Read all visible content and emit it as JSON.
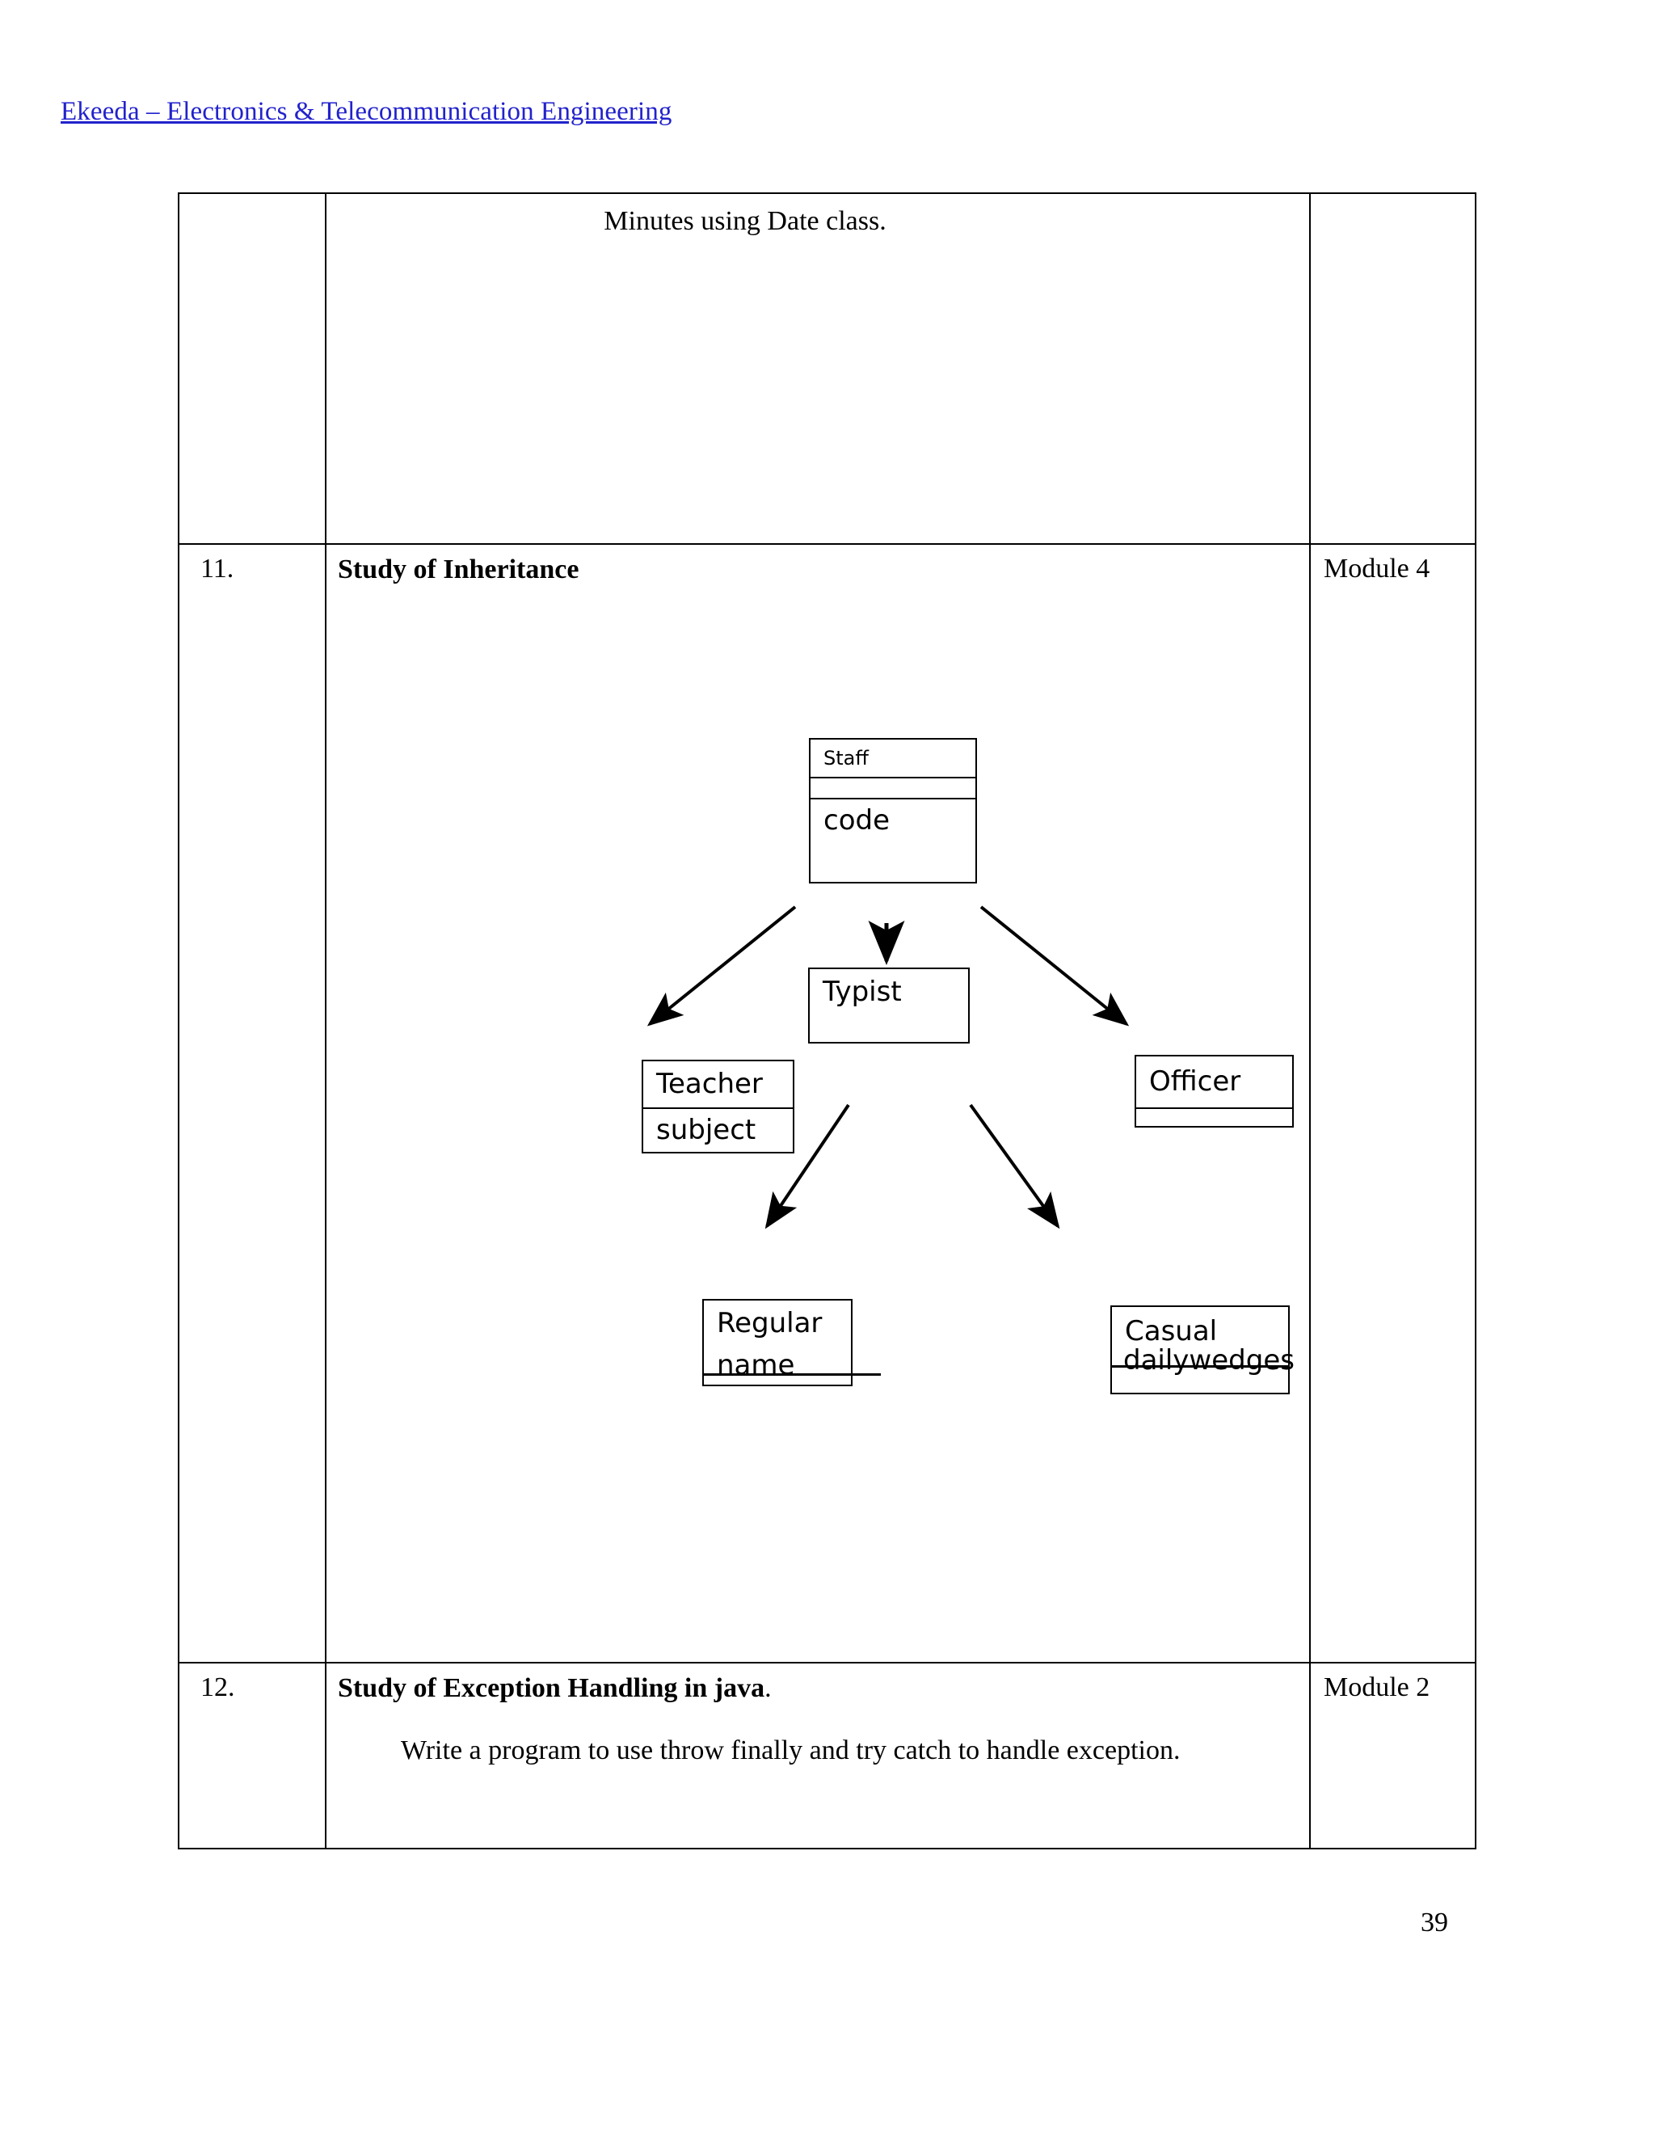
{
  "header": {
    "link_text": "Ekeeda – Electronics & Telecommunication Engineering",
    "link_color": "#2222cc"
  },
  "footer": {
    "page_number": "39"
  },
  "table": {
    "columns": [
      "",
      "",
      ""
    ],
    "rows": [
      {
        "number": "",
        "body_text": "Minutes using Date class.",
        "module": ""
      },
      {
        "number": "11.",
        "title": "Study of Inheritance",
        "module": "Module 4"
      },
      {
        "number": "12.",
        "title_bold": "Study of Exception Handling in java",
        "title_tail": ".",
        "paragraph": "Write a program to use throw finally and try catch to handle exception.",
        "module": "Module 2"
      }
    ]
  },
  "diagram": {
    "type": "uml-class-inheritance",
    "boxes": {
      "staff": {
        "name": "Staff",
        "attribute": "code"
      },
      "typist": {
        "name": "Typist",
        "attribute": ""
      },
      "teacher": {
        "name": "Teacher",
        "attribute": "subject"
      },
      "officer": {
        "name": "Officer",
        "attribute": ""
      },
      "regular": {
        "name": "Regular",
        "attribute": "name"
      },
      "casual": {
        "name": "Casual",
        "attribute": "dailywedges"
      }
    },
    "edges": [
      {
        "from": "staff",
        "to": "teacher"
      },
      {
        "from": "staff",
        "to": "typist"
      },
      {
        "from": "staff",
        "to": "officer"
      },
      {
        "from": "teacher",
        "to": "regular"
      },
      {
        "from": "officer",
        "to": "casual"
      }
    ],
    "line_color": "#000000"
  }
}
